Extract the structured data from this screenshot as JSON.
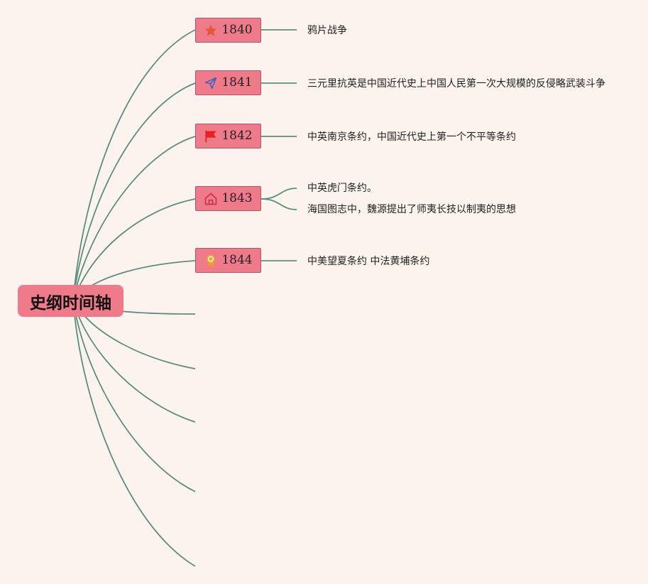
{
  "mindmap": {
    "root_label": "史纲时间轴",
    "line_color": "#5a8f7f",
    "node_color": "#ee7a8a",
    "background": "#fdf3ee",
    "topics": [
      {
        "year": "1840",
        "icon": "star-icon",
        "events": [
          "鸦片战争"
        ]
      },
      {
        "year": "1841",
        "icon": "paper-plane-icon",
        "events": [
          "三元里抗英是中国近代史上中国人民第一次大规模的反侵略武装斗争"
        ]
      },
      {
        "year": "1842",
        "icon": "flag-icon",
        "events": [
          "中英南京条约，中国近代史上第一个不平等条约"
        ]
      },
      {
        "year": "1843",
        "icon": "home-icon",
        "events": [
          "中英虎门条约。",
          "海国图志中，魏源提出了师夷长技以制夷的思想"
        ]
      },
      {
        "year": "1844",
        "icon": "award-ribbon-icon",
        "events": [
          "中美望夏条约 中法黄埔条约"
        ]
      }
    ]
  }
}
